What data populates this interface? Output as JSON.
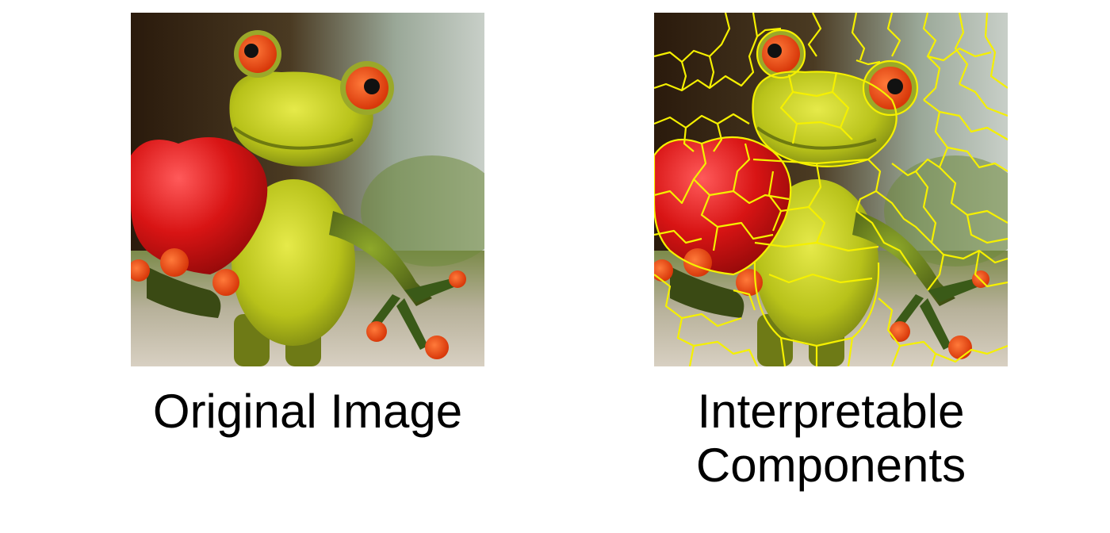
{
  "figure": {
    "left_panel": {
      "caption": "Original Image",
      "subject_icon": "frog-figurine-holding-heart"
    },
    "right_panel": {
      "caption_line1": "Interpretable",
      "caption_line2": "Components",
      "subject_icon": "frog-figurine-with-superpixel-boundaries"
    },
    "colors": {
      "superpixel_boundary": "#f5f000",
      "frog_body": "#b8c21a",
      "heart": "#d81414",
      "eye_orange": "#f04a10",
      "background_dark": "#2a1a0c",
      "background_light": "#c8cfc8"
    }
  }
}
